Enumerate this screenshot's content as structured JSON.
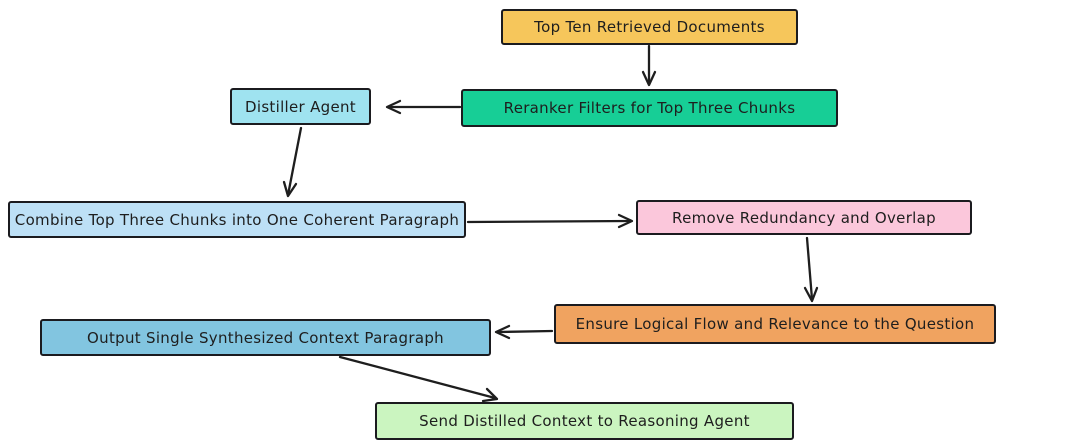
{
  "diagram": {
    "title": "Distiller agent context-synthesis flowchart",
    "background_color": "#ffffff",
    "stroke_color": "#1b1b1f",
    "nodes": [
      {
        "id": "top-ten",
        "label": "Top Ten Retrieved Documents",
        "fill": "#f6c65b"
      },
      {
        "id": "reranker",
        "label": "Reranker Filters for Top Three Chunks",
        "fill": "#17ce96"
      },
      {
        "id": "distiller",
        "label": "Distiller Agent",
        "fill": "#9fe3f0"
      },
      {
        "id": "combine",
        "label": "Combine Top Three Chunks into One Coherent Paragraph",
        "fill": "#bde0f6"
      },
      {
        "id": "remove",
        "label": "Remove Redundancy and Overlap",
        "fill": "#fbc7db"
      },
      {
        "id": "ensure",
        "label": "Ensure Logical Flow and Relevance to the Question",
        "fill": "#f0a360"
      },
      {
        "id": "output",
        "label": "Output Single Synthesized Context Paragraph",
        "fill": "#82c5e0"
      },
      {
        "id": "send",
        "label": "Send Distilled Context to Reasoning Agent",
        "fill": "#cbf5c0"
      }
    ],
    "edges": [
      {
        "from": "top-ten",
        "to": "reranker"
      },
      {
        "from": "reranker",
        "to": "distiller"
      },
      {
        "from": "distiller",
        "to": "combine"
      },
      {
        "from": "combine",
        "to": "remove"
      },
      {
        "from": "remove",
        "to": "ensure"
      },
      {
        "from": "ensure",
        "to": "output"
      },
      {
        "from": "output",
        "to": "send"
      }
    ]
  }
}
